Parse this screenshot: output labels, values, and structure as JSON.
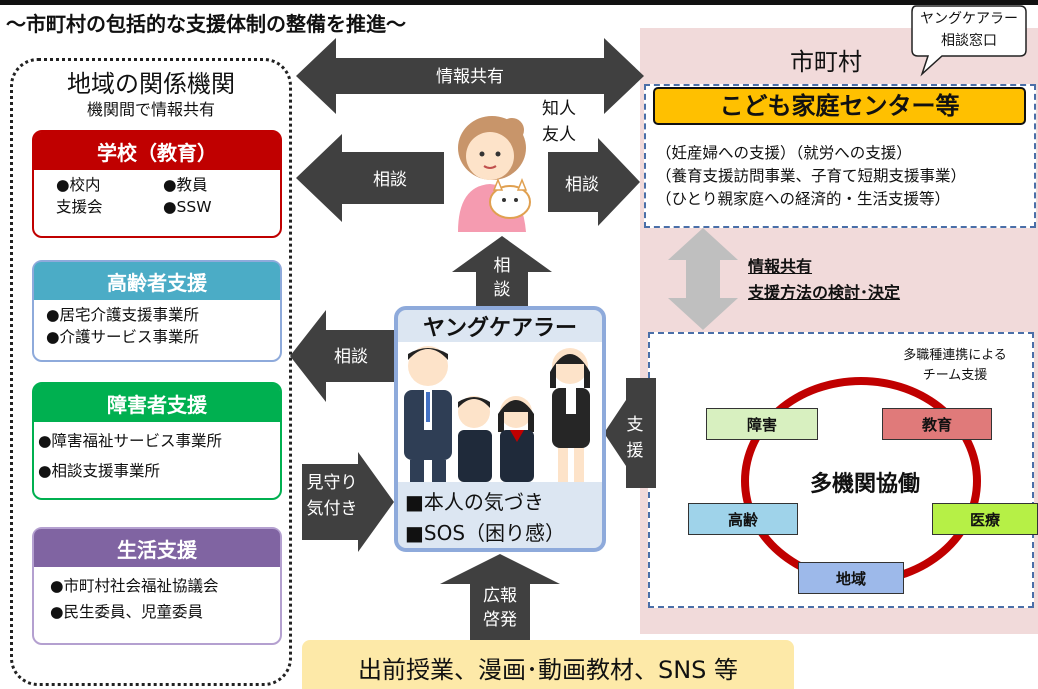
{
  "title": "～市町村の包括的な支援体制の整備を推進～",
  "left": {
    "heading": "地域の関係機関",
    "sub": "機関間で情報共有",
    "orgs": [
      {
        "label": "学校（教育）",
        "items": [
          "●校内",
          "●教員",
          "支援会",
          "●SSW"
        ],
        "color": "#c00000"
      },
      {
        "label": "高齢者支援",
        "items": [
          "●居宅介護支援事業所",
          "●介護サービス事業所"
        ],
        "color": "#4bacc6"
      },
      {
        "label": "障害者支援",
        "items": [
          "●障害福祉サービス事業所",
          "●相談支援事業所"
        ],
        "color": "#00b050"
      },
      {
        "label": "生活支援",
        "items": [
          "●市町村社会福祉協議会",
          "●民生委員、児童委員"
        ],
        "color": "#8064a2"
      }
    ]
  },
  "arrows": {
    "info_share": "情報共有",
    "consult_left": "相談",
    "consult_right": "相談",
    "consult_up": [
      "相",
      "談"
    ],
    "consult_yc": "相談",
    "watch": [
      "見守り",
      "気付き"
    ],
    "support": [
      "支",
      "援"
    ],
    "pr": [
      "広報",
      "啓発"
    ]
  },
  "friend": {
    "line1": "知人",
    "line2": "友人"
  },
  "right": {
    "muni": "市町村",
    "callout": [
      "ヤングケアラー",
      "相談窓口"
    ],
    "center_title": "こども家庭センター等",
    "center_lines": [
      "（妊産婦への支援）（就労への支援）",
      "（養育支援訪問事業、子育て短期支援事業）",
      "（ひとり親家庭への経済的・生活支援等）"
    ],
    "share": [
      "情報共有",
      "支援方法の検討･決定"
    ],
    "team_label": [
      "多職種連携による",
      "チーム支援"
    ],
    "team_center": "多機関協働",
    "nodes": [
      {
        "label": "障害",
        "color": "#d8f0c0"
      },
      {
        "label": "教育",
        "color": "#e07a7a"
      },
      {
        "label": "高齢",
        "color": "#9fd3ea"
      },
      {
        "label": "医療",
        "color": "#b6f046"
      },
      {
        "label": "地域",
        "color": "#9db9ea"
      }
    ]
  },
  "young_carer": {
    "title": "ヤングケアラー",
    "items": [
      "■本人の気づき",
      "■SOS（困り感）"
    ]
  },
  "bottom": "出前授業、漫画･動画教材、SNS 等",
  "colors": {
    "arrow": "#404040",
    "arrow_light": "#bfbfbf",
    "accent": "#ffc000"
  }
}
